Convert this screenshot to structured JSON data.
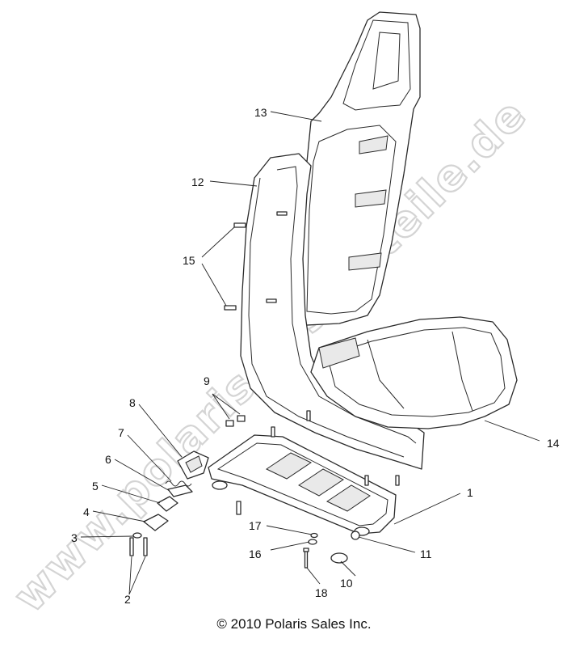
{
  "watermark": "www.polaris-ersatzteile.de",
  "copyright": "© 2010 Polaris Sales Inc.",
  "callouts": {
    "c1": "1",
    "c2": "2",
    "c3": "3",
    "c4": "4",
    "c5": "5",
    "c6": "6",
    "c7": "7",
    "c8": "8",
    "c9": "9",
    "c10": "10",
    "c11": "11",
    "c12": "12",
    "c13": "13",
    "c14": "14",
    "c15": "15",
    "c16": "16",
    "c17": "17",
    "c18": "18"
  }
}
